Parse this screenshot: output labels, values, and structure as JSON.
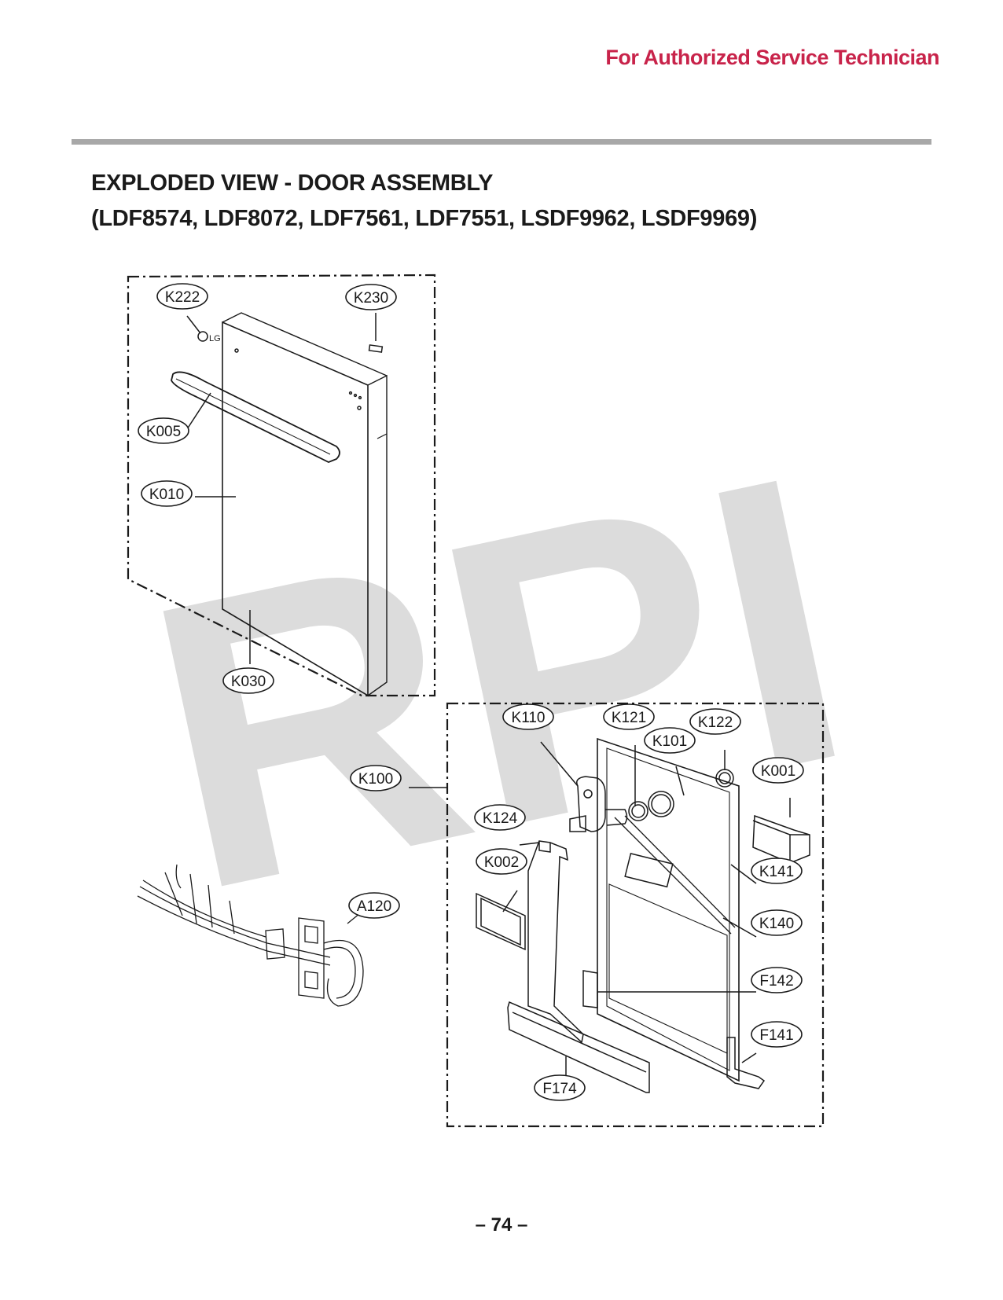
{
  "header": {
    "tag": "For Authorized Service Technician"
  },
  "title": "EXPLODED VIEW - DOOR ASSEMBLY",
  "subtitle": "(LDF8574, LDF8072, LDF7561, LDF7551, LSDF9962, LSDF9969)",
  "watermark": "RPI",
  "callouts": {
    "k222": "K222",
    "k230": "K230",
    "k005": "K005",
    "k010": "K010",
    "k030": "K030",
    "k100": "K100",
    "k110": "K110",
    "k121": "K121",
    "k122": "K122",
    "k101": "K101",
    "k001": "K001",
    "k124": "K124",
    "k002": "K002",
    "k141": "K141",
    "k140": "K140",
    "f142": "F142",
    "f141": "F141",
    "f174": "F174",
    "a120": "A120"
  },
  "page_number": "– 74 –",
  "colors": {
    "header_red": "#c8234a",
    "rule_gray": "#a8a8a8",
    "watermark_gray": "#dcdcdc"
  }
}
